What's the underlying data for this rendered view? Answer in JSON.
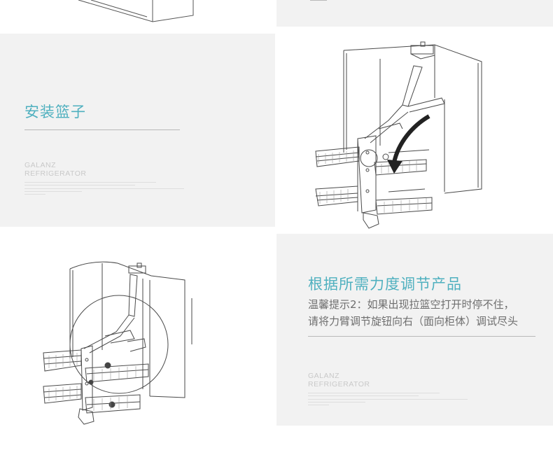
{
  "section_install": {
    "title": "安装篮子",
    "brand_line1": "GALANZ",
    "brand_line2": "REFRIGERATOR"
  },
  "section_adjust": {
    "title": "根据所需力度调节产品",
    "tip_line1": "温馨提示2：如果出现拉篮空打开时停不住，",
    "tip_line2": "请将力臂调节旋钮向右（面向柜体）调试尽头",
    "brand_line1": "GALANZ",
    "brand_line2": "REFRIGERATOR"
  },
  "colors": {
    "accent": "#4fb0bf",
    "panel_gray": "#f2f2f2"
  }
}
